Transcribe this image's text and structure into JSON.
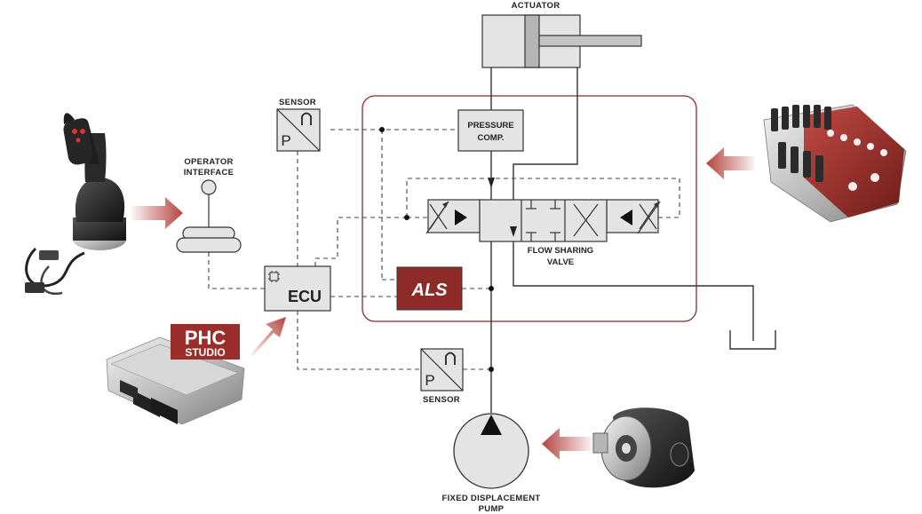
{
  "labels": {
    "actuator": "ACTUATOR",
    "sensor_top": "SENSOR",
    "pressure_comp_line1": "PRESSURE",
    "pressure_comp_line2": "COMP.",
    "operator_line1": "OPERATOR",
    "operator_line2": "INTERFACE",
    "ecu": "ECU",
    "als": "ALS",
    "flow_line1": "FLOW SHARING",
    "flow_line2": "VALVE",
    "sensor_bottom": "SENSOR",
    "pump_line1": "FIXED DISPLACEMENT",
    "pump_line2": "PUMP",
    "sensor_symbol_p": "P",
    "phc_line1": "PHC",
    "phc_line2": "STUDIO"
  },
  "colors": {
    "frame": "#8c2a28",
    "arrow": "#b03a35",
    "als_fill": "#8e2b28",
    "box_fill": "#e4e4e4",
    "line": "#333333"
  },
  "icons": {
    "joystick": "joystick-photo",
    "ecu_hardware": "ecu-hardware-photo",
    "valve_block": "valve-block-photo",
    "gear_pump": "gear-pump-photo"
  }
}
